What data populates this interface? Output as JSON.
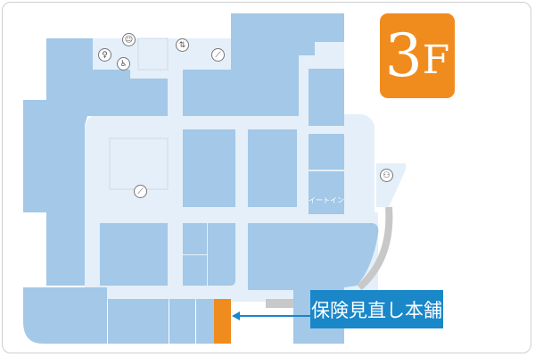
{
  "floor": {
    "number": "3",
    "suffix": "F",
    "color": "#f08c1e"
  },
  "highlight": {
    "label": "保険見直し本舗",
    "label_color": "#1a87c9",
    "shop_color": "#f08c1e"
  },
  "areas": {
    "eat_in": "イートイン"
  },
  "colors": {
    "shop": "#a3c8e8",
    "corridor": "#e4eff9",
    "path": "#c8c8c8"
  },
  "icons": [
    "womens-restroom-icon",
    "baby-care-icon",
    "wheelchair-icon",
    "elevator-icon",
    "stairs-icon",
    "escalator-icon",
    "restroom-icon"
  ]
}
